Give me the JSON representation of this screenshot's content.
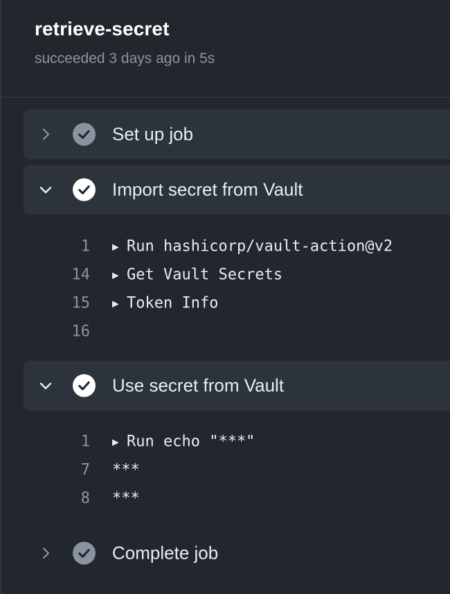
{
  "job": {
    "title": "retrieve-secret",
    "status": "succeeded 3 days ago in 5s"
  },
  "steps": [
    {
      "label": "Set up job",
      "expanded": false,
      "status_icon": "check-circle-icon"
    },
    {
      "label": "Import secret from Vault",
      "expanded": true,
      "status_icon": "check-circle-icon",
      "log": [
        {
          "line": "1",
          "marker": "▶",
          "text": "Run hashicorp/vault-action@v2"
        },
        {
          "line": "14",
          "marker": "▶",
          "text": "Get Vault Secrets"
        },
        {
          "line": "15",
          "marker": "▶",
          "text": "Token Info"
        },
        {
          "line": "16",
          "marker": "",
          "text": ""
        }
      ]
    },
    {
      "label": "Use secret from Vault",
      "expanded": true,
      "status_icon": "check-circle-icon",
      "log": [
        {
          "line": "1",
          "marker": "▶",
          "text": "Run echo \"***\""
        },
        {
          "line": "7",
          "marker": "",
          "text": "***"
        },
        {
          "line": "8",
          "marker": "",
          "text": "***"
        }
      ]
    },
    {
      "label": "Complete job",
      "expanded": false,
      "status_icon": "check-circle-icon"
    }
  ],
  "colors": {
    "background": "#22272e",
    "step_background": "#2d333b",
    "muted_text": "#8b949e",
    "check_collapsed": "#8b949e",
    "check_expanded": "#ffffff"
  }
}
